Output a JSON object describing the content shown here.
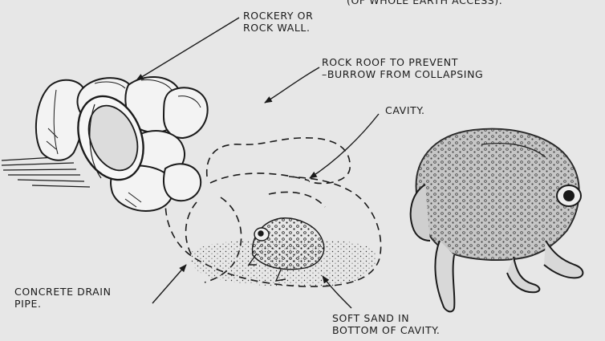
{
  "labels": {
    "top_cut": "(OF WHOLE EARTH ACCESS).",
    "rockery": "ROCKERY OR\nROCK WALL.",
    "rock_roof": "ROCK ROOF TO PREVENT\n–BURROW FROM COLLAPSING",
    "cavity": "CAVITY.",
    "drain_pipe": "CONCRETE DRAIN\nPIPE.",
    "sand": "SOFT SAND IN\nBOTTOM OF CAVITY."
  },
  "icons": [
    "rock-icon",
    "pipe-icon",
    "toad-icon"
  ],
  "colors": {
    "background": "#e7e7e7",
    "ink": "#1a1a1a",
    "toad_shadow": "#3a3a3a"
  }
}
